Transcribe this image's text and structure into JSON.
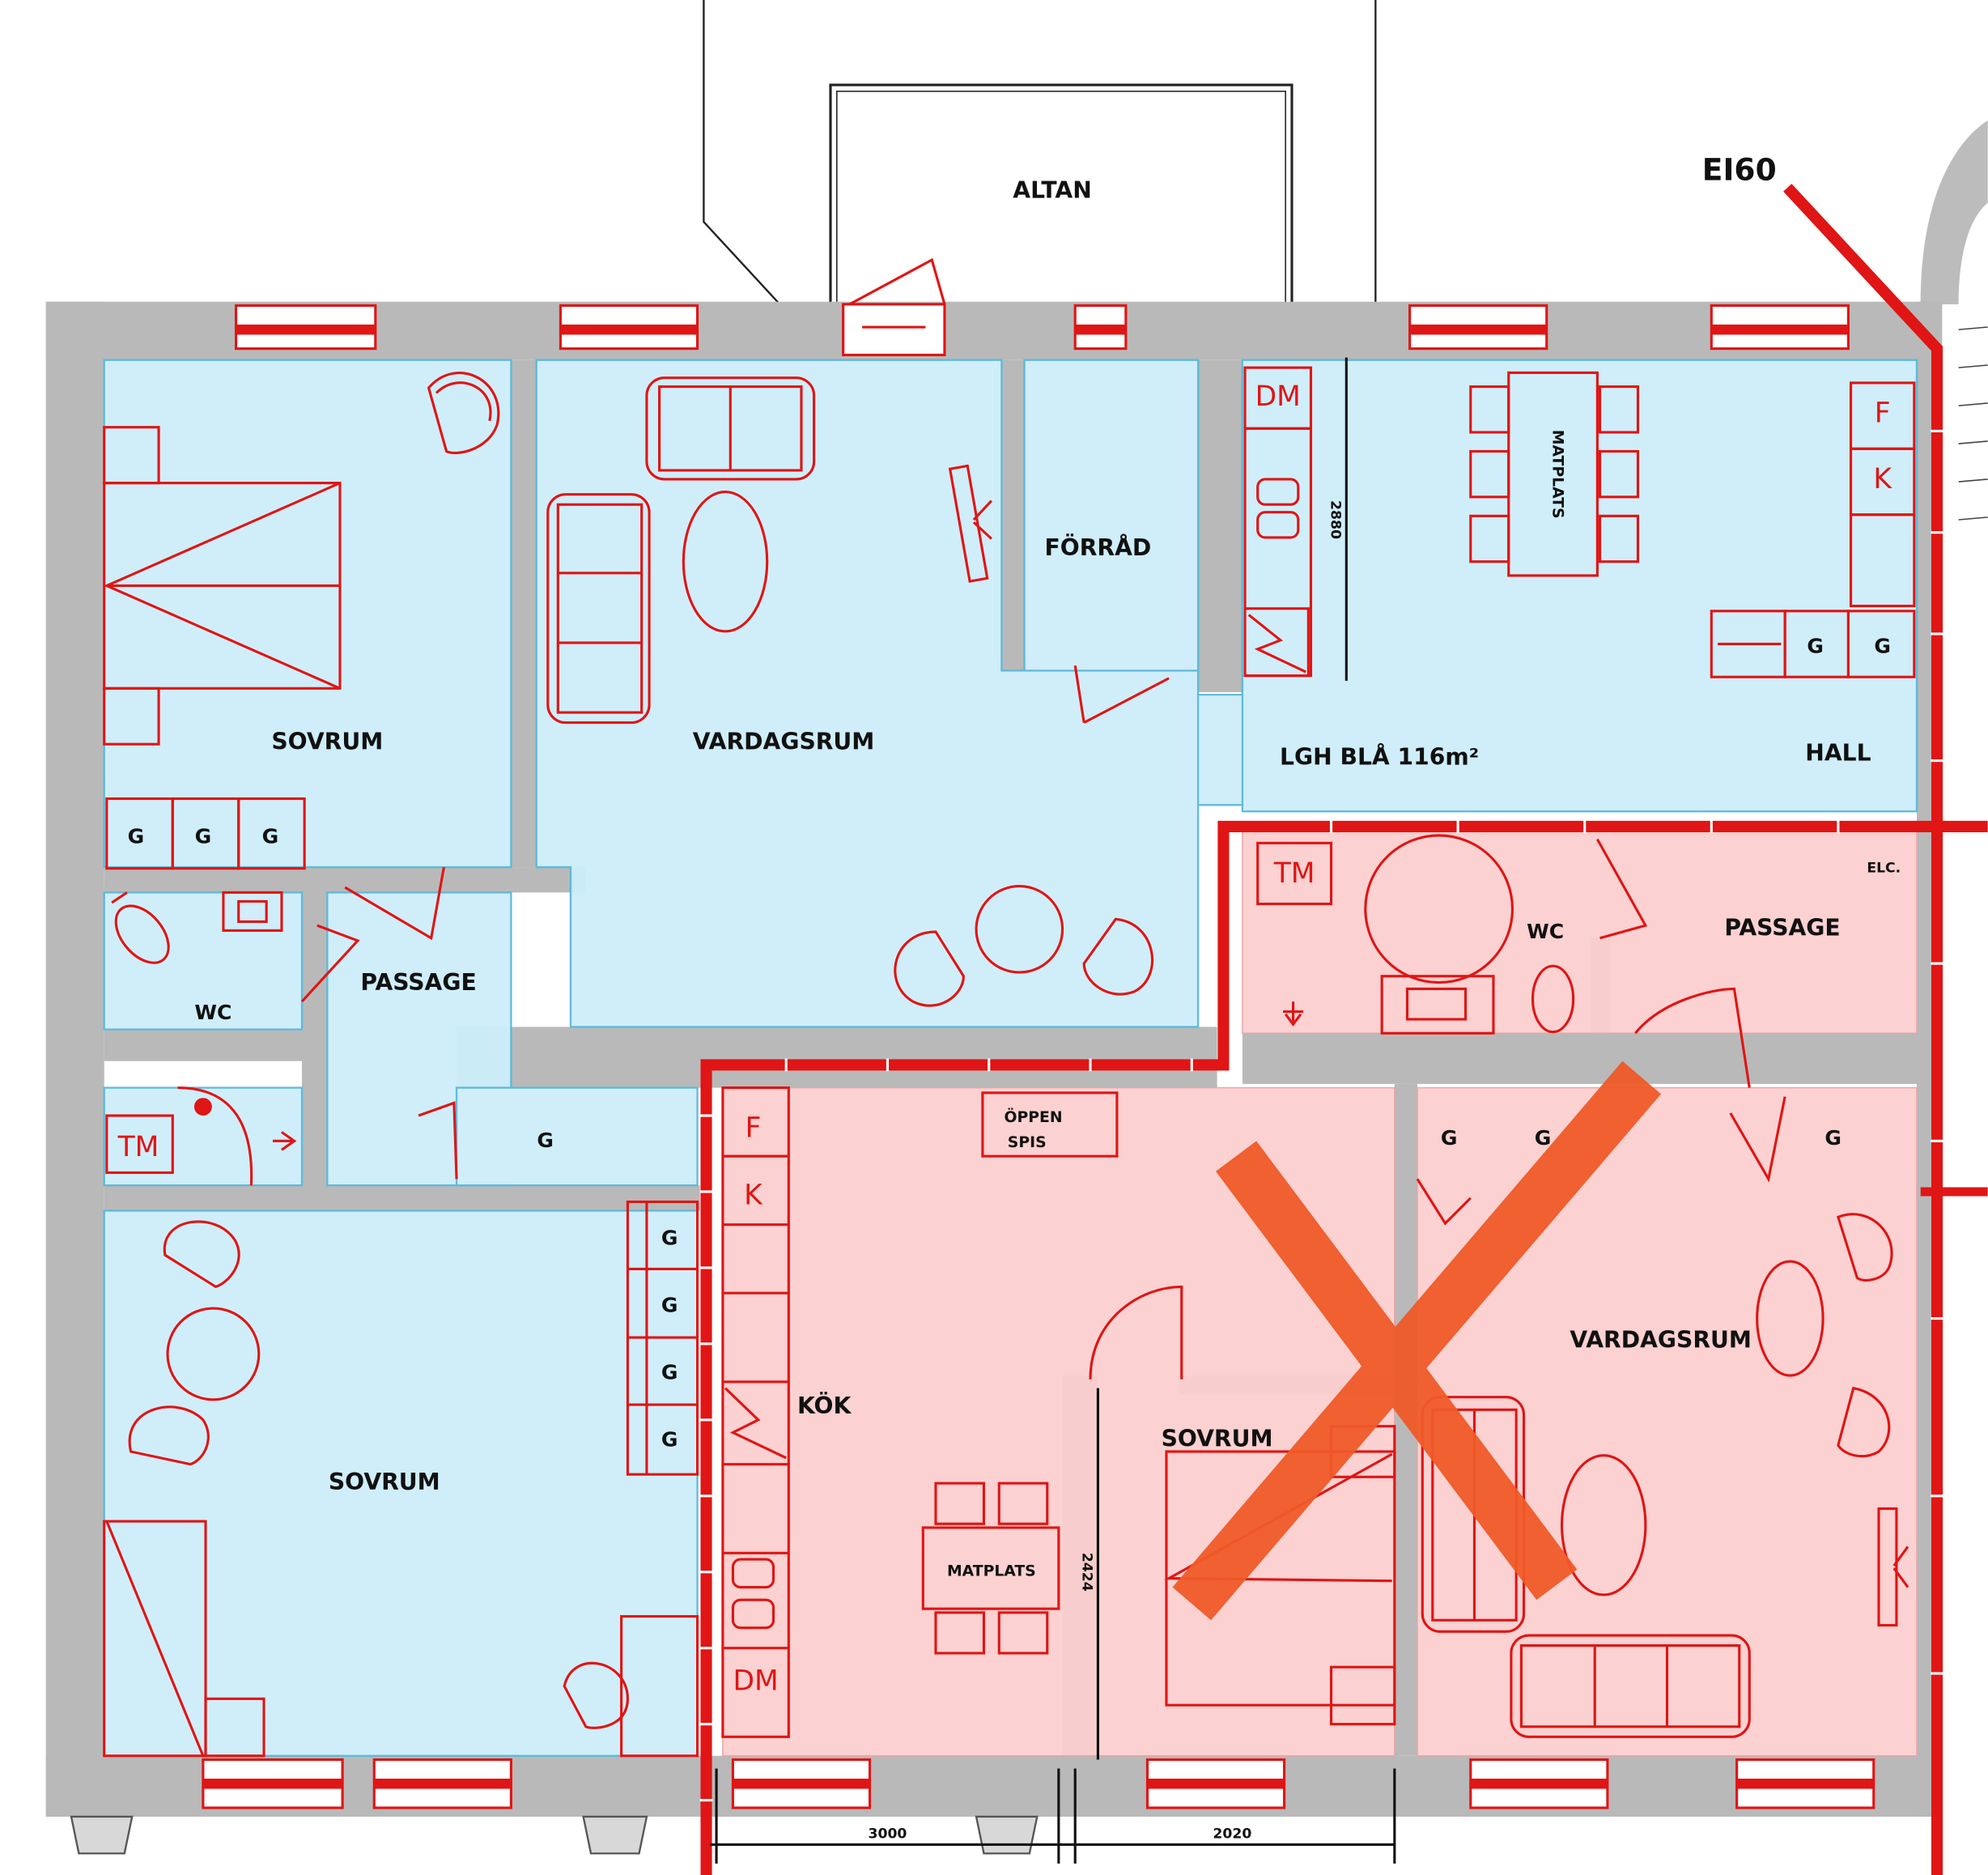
{
  "labels": {
    "altan": "ALTAN",
    "e160": "EI60",
    "sovrum_nw": "SOVRUM",
    "vardagsrum_n": "VARDAGSRUM",
    "forrad": "FÖRRÅD",
    "lgh": "LGH BLÅ 116m²",
    "hall": "HALL",
    "matplats_n": "MATPLATS",
    "dm_n": "DM",
    "f_n": "F",
    "k_n": "K",
    "g_hall_1": "G",
    "g_hall_2": "G",
    "g_sov_1": "G",
    "g_sov_2": "G",
    "g_sov_3": "G",
    "wc_w": "WC",
    "passage_w": "PASSAGE",
    "tm_w": "TM",
    "g_passage_w": "G",
    "sovrum_sw": "SOVRUM",
    "g_sw_1": "G",
    "g_sw_2": "G",
    "g_sw_3": "G",
    "g_sw_4": "G",
    "tm_e": "TM",
    "wc_e": "WC",
    "passage_e": "PASSAGE",
    "elc": "ELC.",
    "g_e_1": "G",
    "g_e_2": "G",
    "g_e_3": "G",
    "oppen_spis_1": "ÖPPEN",
    "oppen_spis_2": "SPIS",
    "f_s": "F",
    "k_s": "K",
    "kok": "KÖK",
    "matplats_s": "MATPLATS",
    "dm_s": "DM",
    "sovrum_s": "SOVRUM",
    "vardagsrum_se": "VARDAGSRUM",
    "dim_vertical_n": "2880",
    "dim_vertical_s": "2424",
    "dim_bottom_1": "3000",
    "dim_bottom_2": "2020"
  },
  "colors": {
    "blue_fill": "#cdeefa",
    "blue_stroke": "#5bb8d8",
    "red_fill": "#fbcfcf",
    "red_line": "#e01515",
    "cross": "#f05a28",
    "wall": "#b9b9b9"
  },
  "icons": [
    "bed-icon",
    "sofa-icon",
    "chair-icon",
    "table-icon",
    "toilet-icon",
    "sink-icon",
    "stove-icon",
    "fridge-icon",
    "big-x-icon"
  ]
}
